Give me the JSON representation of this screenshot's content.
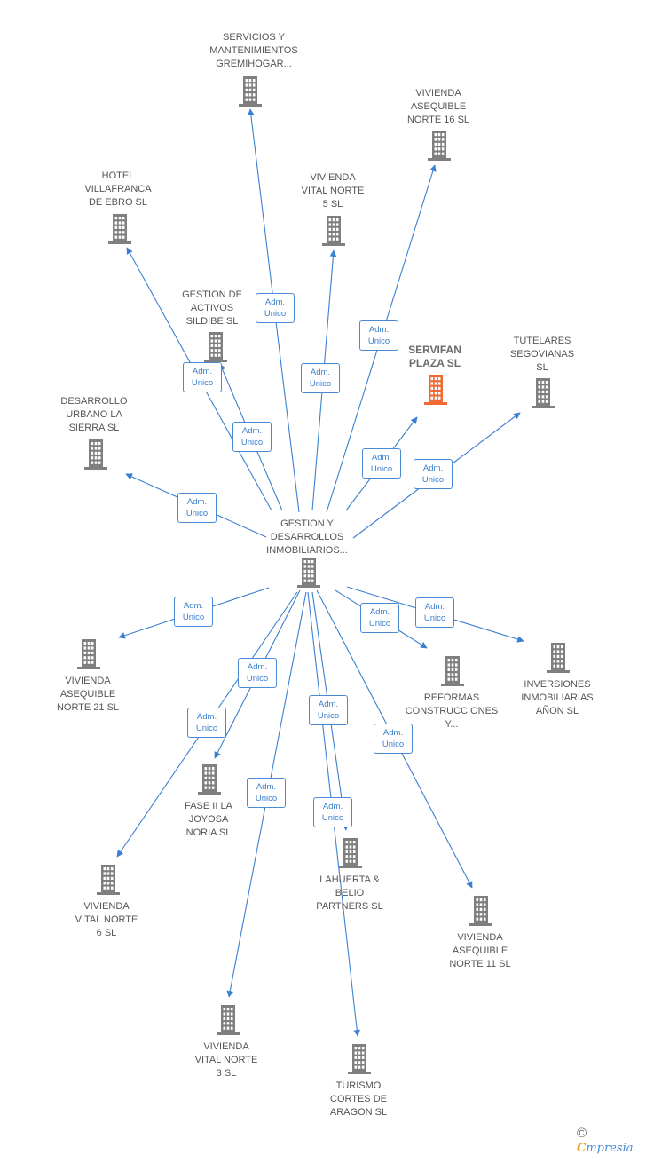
{
  "colors": {
    "building": "#7f7f7f",
    "focus": "#f26a32",
    "edge": "#3b7fd0"
  },
  "hub": {
    "lines": [
      "GESTION Y",
      "DESARROLLOS",
      "INMOBILIARIOS..."
    ]
  },
  "nodes": [
    {
      "id": "servicios",
      "lines": [
        "SERVICIOS Y",
        "MANTENIMIENTOS",
        "GREMIHOGAR..."
      ],
      "edge_label": [
        "Adm.",
        "Unico"
      ]
    },
    {
      "id": "viv-norte-16",
      "lines": [
        "VIVIENDA",
        "ASEQUIBLE",
        "NORTE 16  SL"
      ],
      "edge_label": [
        "Adm.",
        "Unico"
      ]
    },
    {
      "id": "hotel-villafranca",
      "lines": [
        "HOTEL",
        "VILLAFRANCA",
        "DE EBRO  SL"
      ],
      "edge_label": [
        "Adm.",
        "Unico"
      ]
    },
    {
      "id": "viv-vital-5",
      "lines": [
        "VIVIENDA",
        "VITAL NORTE",
        "5  SL"
      ],
      "edge_label": [
        "Adm.",
        "Unico"
      ]
    },
    {
      "id": "gestion-sildibe",
      "lines": [
        "GESTION DE",
        "ACTIVOS",
        "SILDIBE  SL"
      ],
      "edge_label": [
        "Adm.",
        "Unico"
      ]
    },
    {
      "id": "servifan",
      "lines": [
        "SERVIFAN",
        "PLAZA  SL"
      ],
      "focus": true,
      "edge_label": [
        "Adm.",
        "Unico"
      ]
    },
    {
      "id": "tutelares",
      "lines": [
        "TUTELARES",
        "SEGOVIANAS",
        "SL"
      ],
      "edge_label": [
        "Adm.",
        "Unico"
      ]
    },
    {
      "id": "desarrollo-sierra",
      "lines": [
        "DESARROLLO",
        "URBANO LA",
        "SIERRA  SL"
      ],
      "edge_label": [
        "Adm.",
        "Unico"
      ]
    },
    {
      "id": "viv-norte-21",
      "lines": [
        "VIVIENDA",
        "ASEQUIBLE",
        "NORTE 21  SL"
      ],
      "edge_label": [
        "Adm.",
        "Unico"
      ]
    },
    {
      "id": "reformas",
      "lines": [
        "REFORMAS",
        "CONSTRUCCIONES",
        "Y..."
      ],
      "edge_label": [
        "Adm.",
        "Unico"
      ]
    },
    {
      "id": "inversiones",
      "lines": [
        "INVERSIONES",
        "INMOBILIARIAS",
        "AÑON  SL"
      ],
      "edge_label": [
        "Adm.",
        "Unico"
      ]
    },
    {
      "id": "fase-ii",
      "lines": [
        "FASE II LA",
        "JOYOSA",
        "NORIA  SL"
      ],
      "edge_label": [
        "Adm.",
        "Unico"
      ]
    },
    {
      "id": "viv-vital-6",
      "lines": [
        "VIVIENDA",
        "VITAL NORTE",
        "6  SL"
      ],
      "edge_label": [
        "Adm.",
        "Unico"
      ]
    },
    {
      "id": "lahuerta",
      "lines": [
        "LAHUERTA &",
        "BELIO",
        "PARTNERS  SL"
      ],
      "edge_label": [
        "Adm.",
        "Unico"
      ]
    },
    {
      "id": "viv-norte-11",
      "lines": [
        "VIVIENDA",
        "ASEQUIBLE",
        "NORTE 11  SL"
      ],
      "edge_label": [
        "Adm.",
        "Unico"
      ]
    },
    {
      "id": "viv-vital-3",
      "lines": [
        "VIVIENDA",
        "VITAL NORTE",
        "3  SL"
      ],
      "edge_label": [
        "Adm.",
        "Unico"
      ]
    },
    {
      "id": "turismo",
      "lines": [
        "TURISMO",
        "CORTES DE",
        "ARAGON  SL"
      ],
      "edge_label": [
        "Adm.",
        "Unico"
      ]
    }
  ],
  "brand": {
    "copyright": "©",
    "first": "C",
    "rest": "mpresia"
  }
}
